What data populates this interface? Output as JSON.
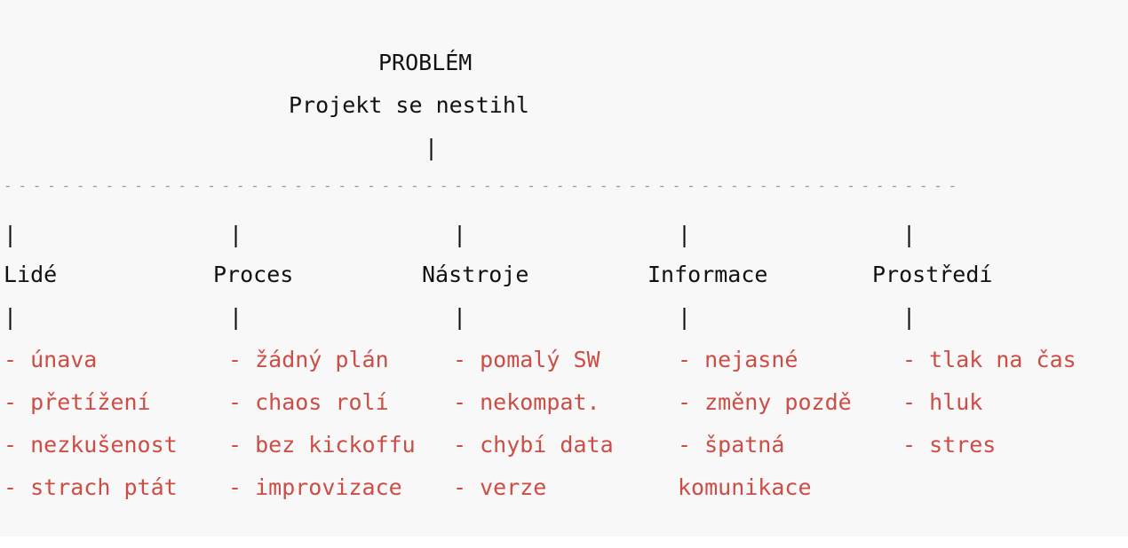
{
  "header": {
    "problem_label": "PROBLÉM",
    "problem_text": "Projekt se nestihl",
    "connector": "|"
  },
  "separator": "------------------------------------------------------------------",
  "vertical_bar": "|",
  "categories": [
    {
      "name": "Lidé",
      "items": [
        "- únava",
        "- přetížení",
        "- nezkušenost",
        "- strach ptát"
      ]
    },
    {
      "name": "Proces",
      "items": [
        "- žádný plán",
        "- chaos rolí",
        "- bez kickoffu",
        "- improvizace"
      ]
    },
    {
      "name": "Nástroje",
      "items": [
        "- pomalý SW",
        "- nekompat.",
        "- chybí data",
        "- verze"
      ]
    },
    {
      "name": "Informace",
      "items": [
        "- nejasné",
        "- změny pozdě",
        "- špatná",
        "komunikace"
      ]
    },
    {
      "name": "Prostředí",
      "items": [
        "- tlak na čas",
        "- hluk",
        "- stres"
      ]
    }
  ],
  "colors": {
    "background": "#f8f8f8",
    "text": "#111111",
    "separator": "#9a9a9a",
    "item": "#cc4d45"
  }
}
